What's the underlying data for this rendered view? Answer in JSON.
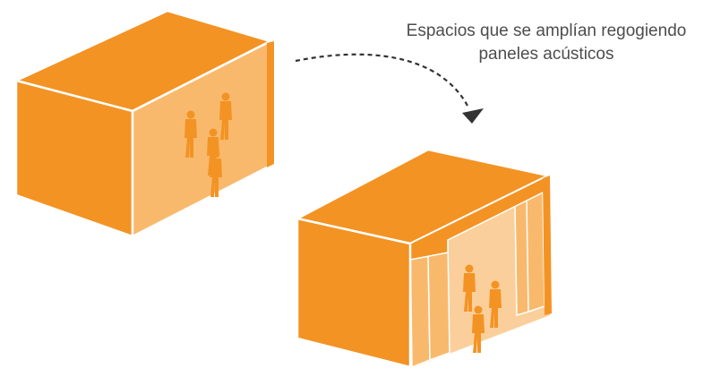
{
  "annotation": {
    "line1": "Espacios que se amplían regogiendo",
    "line2": "paneles acústicos"
  },
  "colors": {
    "orange": "#f39324",
    "light_orange": "#f9b96d",
    "pale_orange": "#fbcf9b",
    "outline": "#ffffff",
    "arrow": "#333333",
    "text": "#4d4d4d"
  },
  "icons": [
    "closed-container-block",
    "open-container-block",
    "people-figures",
    "curved-dashed-arrow"
  ]
}
